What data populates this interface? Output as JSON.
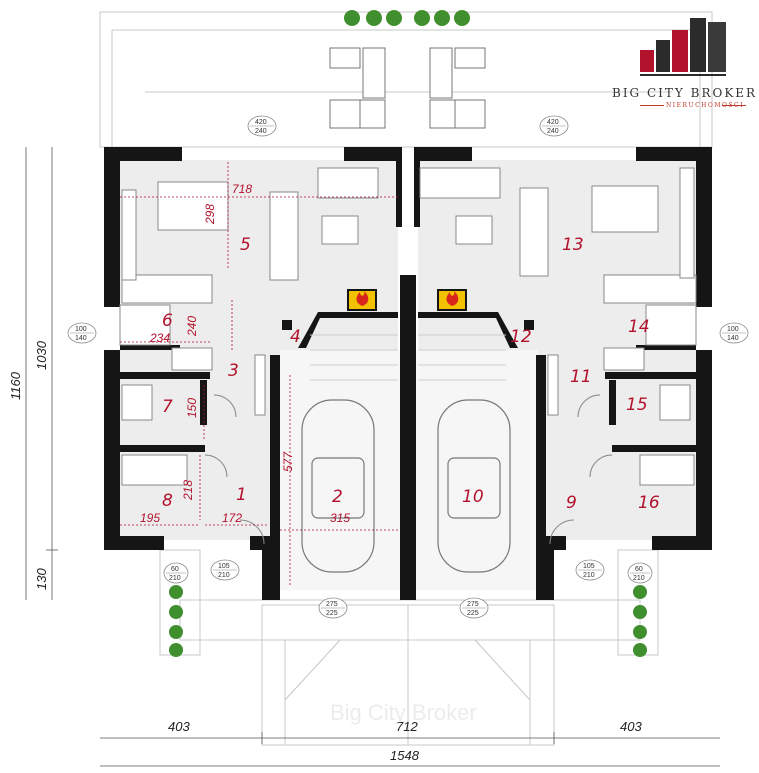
{
  "logo": {
    "title": "BIG CITY BROKER",
    "subtitle": "NIERUCHOMOŚCI",
    "red": "#c0392b",
    "dark": "#2b2b2b"
  },
  "watermark": "Big City Broker",
  "colors": {
    "wall": "#151515",
    "floor": "#ededed",
    "garage_floor": "#f4f4f4",
    "accent_red": "#b3122d",
    "plant": "#3f8f2f"
  },
  "rooms": [
    {
      "id": "1",
      "label": "1"
    },
    {
      "id": "2",
      "label": "2"
    },
    {
      "id": "3",
      "label": "3"
    },
    {
      "id": "4",
      "label": "4"
    },
    {
      "id": "5",
      "label": "5"
    },
    {
      "id": "6",
      "label": "6"
    },
    {
      "id": "7",
      "label": "7"
    },
    {
      "id": "8",
      "label": "8"
    },
    {
      "id": "9",
      "label": "9"
    },
    {
      "id": "10",
      "label": "10"
    },
    {
      "id": "11",
      "label": "11"
    },
    {
      "id": "12",
      "label": "12"
    },
    {
      "id": "13",
      "label": "13"
    },
    {
      "id": "14",
      "label": "14"
    },
    {
      "id": "15",
      "label": "15"
    },
    {
      "id": "16",
      "label": "16"
    }
  ],
  "interior_dims": {
    "d718": "718",
    "d298": "298",
    "d240": "240",
    "d234": "234",
    "d150": "150",
    "d218": "218",
    "d195": "195",
    "d172": "172",
    "d577": "577",
    "d315": "315"
  },
  "window_labels": {
    "w_top_left": [
      "420",
      "240"
    ],
    "w_top_right": [
      "420",
      "240"
    ],
    "w_side_left": [
      "100",
      "140"
    ],
    "w_side_right": [
      "100",
      "140"
    ],
    "door_left": [
      "105",
      "210"
    ],
    "door_right": [
      "105",
      "210"
    ],
    "gate_left": [
      "275",
      "225"
    ],
    "gate_right": [
      "275",
      "225"
    ],
    "side_door_left": [
      "60",
      "210"
    ],
    "side_door_right": [
      "60",
      "210"
    ]
  },
  "outer_dims": {
    "bottom_left": "403",
    "bottom_mid": "712",
    "bottom_right": "403",
    "bottom_total": "1548",
    "left_total": "1160",
    "left_upper": "1030",
    "left_lower": "130"
  }
}
